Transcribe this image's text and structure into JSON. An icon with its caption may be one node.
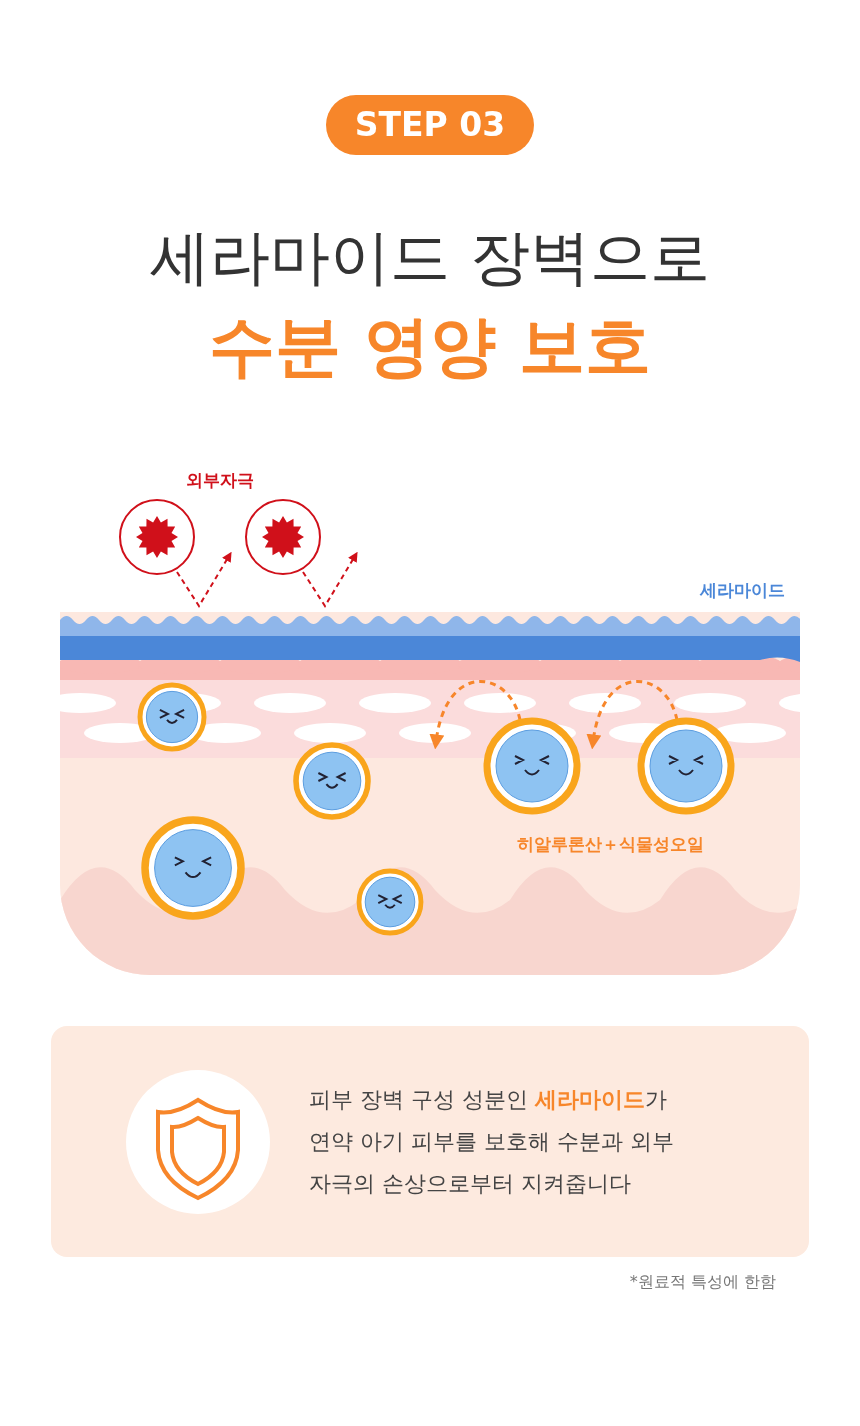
{
  "diagram": {
    "title": "세라마이드 장벽으로 **수분 영양 보호**",
    "nodes": [
      {
        "text": [
          "STEP 03"
        ]
      },
      {
        "text": [
          "피부 장벽 구성 성분인 **세라마이드**가 연약 아기 피부를 보호해 수분과 외부 자극의 손상으로부터 지켜줍니다"
        ]
      }
    ],
    "labels": [
      "외부자극",
      "세라마이드",
      "히알루론산＋식물성오일",
      "*원료적 특성에 한함"
    ]
  }
}
